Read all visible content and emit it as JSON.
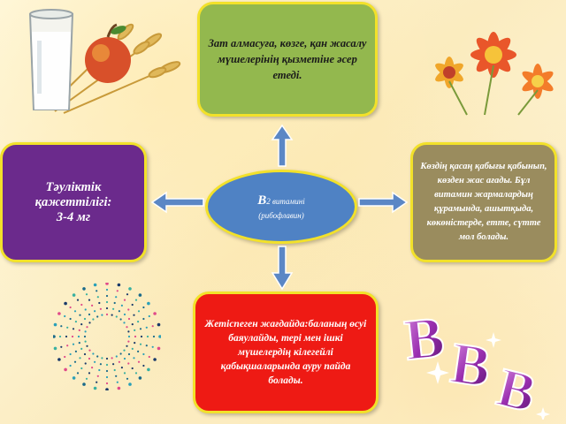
{
  "colors": {
    "top_box": "#93b84e",
    "left_box": "#6b2a8c",
    "right_box": "#9a8c5e",
    "bottom_box": "#ee1a14",
    "center": "#4f82c4",
    "border": "#f2e12a",
    "arrow": "#5b87c5"
  },
  "center": {
    "title_letter": "B",
    "title_rest": "2 витамині",
    "subtitle": "(рибофлавин)"
  },
  "top_box": {
    "text": "Зат алмасуға, көзге, қан жасалу мүшелерінің қызметіне әсер етеді."
  },
  "left_box": {
    "line1": "Тәуліктік",
    "line2": "қажеттілігі:",
    "line3": "3-4 мг"
  },
  "right_box": {
    "text": "Көздің қасаң қабығы қабынып, көзден жас ағады. Бұл витамин жармалардың құрамында, ашытқыда, көкөністерде, етте, сүтте мол болады."
  },
  "bottom_box": {
    "text": "Жетіспеген жағдайда:баланың өсуі баяулайды, тері мен ішкі мүшелердің кілегейлі қабықшаларында ауру пайда болады."
  },
  "decoration": {
    "bbb_letters": [
      "B",
      "B",
      "B"
    ],
    "icons": [
      "milk-glass-icon",
      "apple-icon",
      "wheat-icon",
      "flowers-icon",
      "starburst-icon",
      "sparkle-icon"
    ]
  }
}
